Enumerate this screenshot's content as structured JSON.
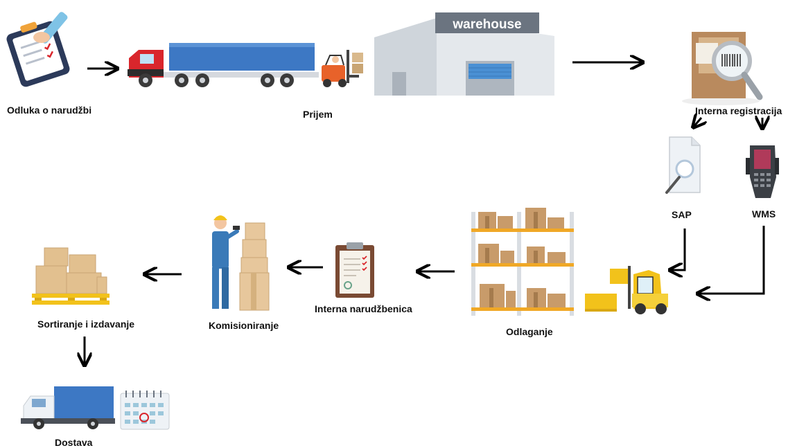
{
  "steps": {
    "order_decision": "Odluka o narudžbi",
    "receiving": "Prijem",
    "internal_registration": "Interna registracija",
    "sap": "SAP",
    "wms": "WMS",
    "put_away": "Odlaganje",
    "internal_order": "Interna narudžbenica",
    "picking": "Komisioniranje",
    "sorting_dispatch": "Sortiranje i izdavanje",
    "delivery": "Dostava"
  },
  "warehouse_sign": "warehouse",
  "icons": {
    "order_decision": "clipboard-checklist-icon",
    "truck": "semi-truck-icon",
    "forklift": "forklift-icon",
    "warehouse": "warehouse-building-icon",
    "registration": "barcode-magnifier-icon",
    "sap": "document-search-icon",
    "wms": "handheld-scanner-icon",
    "put_away": "forklift-pallet-icon",
    "shelves": "storage-rack-icon",
    "internal_order": "order-clipboard-icon",
    "picking": "worker-scanning-boxes-icon",
    "sorting": "pallet-boxes-icon",
    "delivery_truck": "delivery-truck-icon",
    "calendar": "calendar-icon"
  },
  "colors": {
    "truck_cab": "#d9262c",
    "trailer": "#3d78c4",
    "warehouse_wall": "#e4e8ec",
    "warehouse_sign": "#6b7480",
    "box": "#d9b98c",
    "forklift": "#f2c21b",
    "arrow": "#000000"
  }
}
